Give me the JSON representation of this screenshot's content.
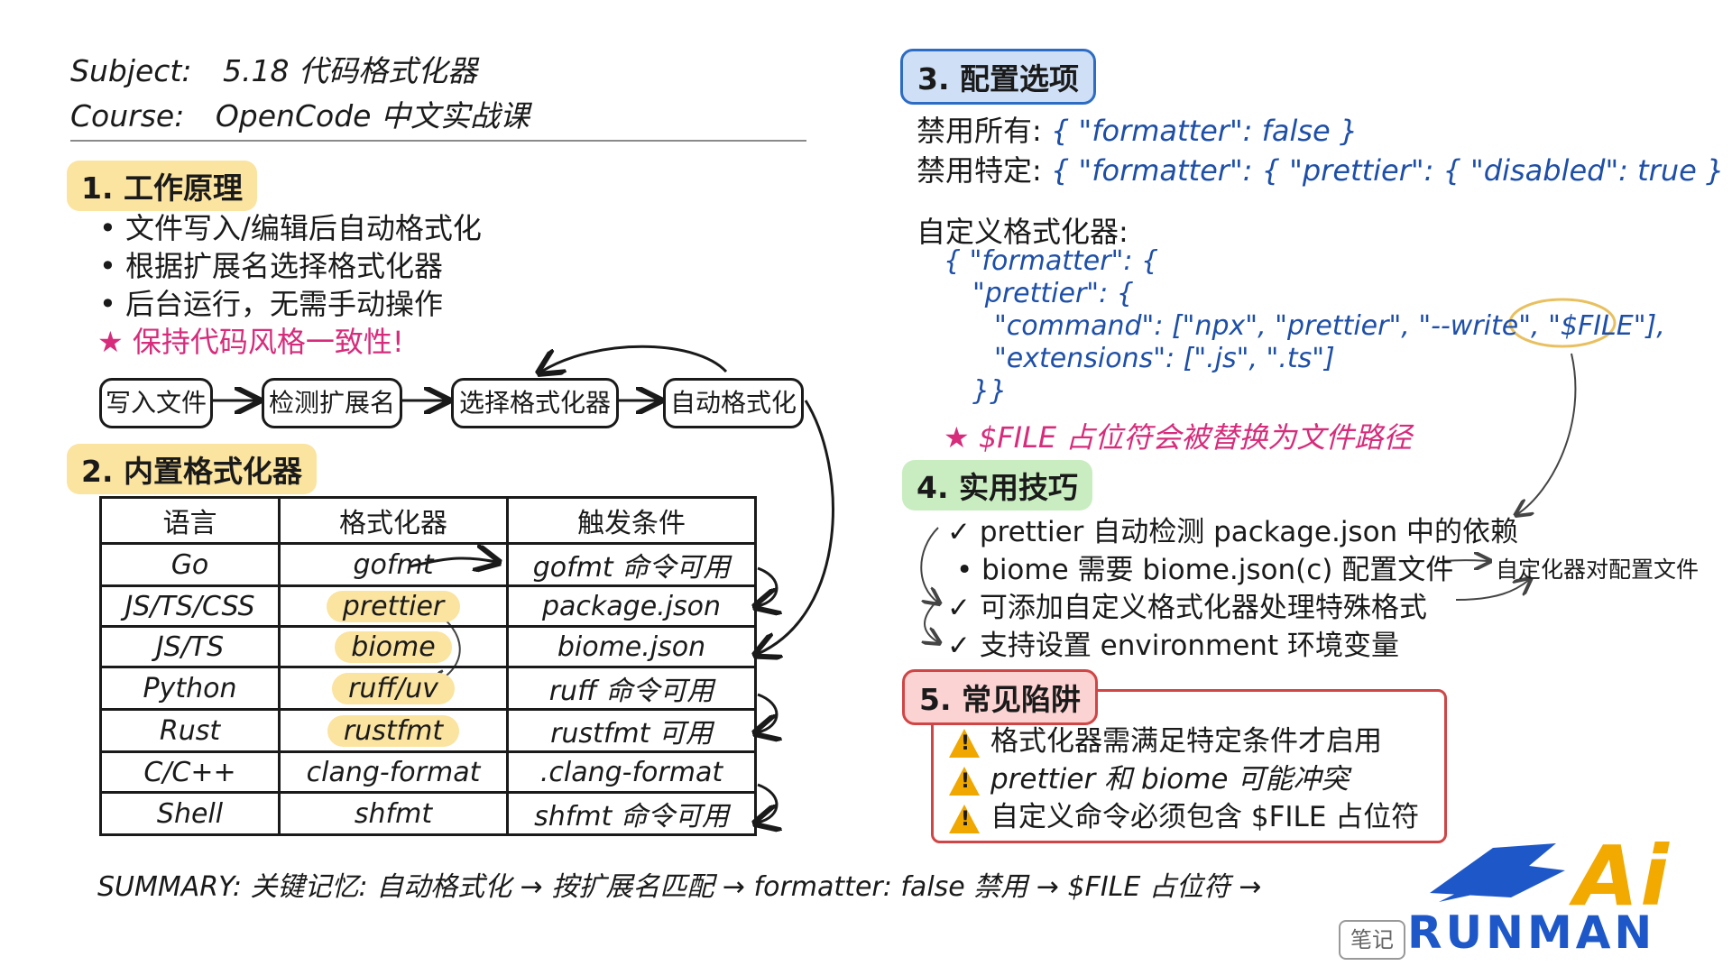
{
  "header": {
    "subject_label": "Subject:",
    "subject_value": "5.18 代码格式化器",
    "course_label": "Course:",
    "course_value": "OpenCode 中文实战课"
  },
  "section1": {
    "title": "1. 工作原理",
    "bullets": [
      "• 文件写入/编辑后自动格式化",
      "• 根据扩展名选择格式化器",
      "• 后台运行，无需手动操作"
    ],
    "highlight": "★ 保持代码风格一致性!",
    "flow": [
      "写入文件",
      "检测扩展名",
      "选择格式化器",
      "自动格式化"
    ]
  },
  "section2": {
    "title": "2. 内置格式化器",
    "headers": [
      "语言",
      "格式化器",
      "触发条件"
    ],
    "rows": [
      [
        "Go",
        "gofmt",
        "gofmt 命令可用"
      ],
      [
        "JS/TS/CSS",
        "prettier",
        "package.json"
      ],
      [
        "JS/TS",
        "biome",
        "biome.json"
      ],
      [
        "Python",
        "ruff/uv",
        "ruff 命令可用"
      ],
      [
        "Rust",
        "rustfmt",
        "rustfmt 可用"
      ],
      [
        "C/C++",
        "clang-format",
        ".clang-format"
      ],
      [
        "Shell",
        "shfmt",
        "shfmt 命令可用"
      ]
    ]
  },
  "section3": {
    "title": "3. 配置选项",
    "disable_all_label": "禁用所有:",
    "disable_all_code": "{ \"formatter\": false }",
    "disable_one_label": "禁用特定:",
    "disable_one_code": "{ \"formatter\": { \"prettier\": { \"disabled\": true } } }",
    "custom_label": "自定义格式化器:",
    "custom_code": [
      "{ \"formatter\": {",
      "\"prettier\": {",
      "\"command\": [\"npx\", \"prettier\", \"--write\", \"$FILE\"],",
      "\"extensions\": [\".js\", \".ts\"]",
      "}}"
    ],
    "note": "★ $FILE 占位符会被替换为文件路径"
  },
  "section4": {
    "title": "4. 实用技巧",
    "tips": [
      "✓ prettier 自动检测 package.json 中的依赖",
      "• biome 需要 biome.json(c) 配置文件",
      "✓ 可添加自定义格式化器处理特殊格式",
      "✓ 支持设置 environment 环境变量"
    ],
    "side_note": "自定化器对配置文件"
  },
  "section5": {
    "title": "5. 常见陷阱",
    "traps": [
      "格式化器需满足特定条件才启用",
      "prettier 和 biome 可能冲突",
      "自定义命令必须包含 $FILE 占位符"
    ]
  },
  "summary": "SUMMARY: 关键记忆: 自动格式化 → 按扩展名匹配 → formatter: false 禁用 → $FILE 占位符 →",
  "logo": {
    "ai": "Ai",
    "brand": "RUNMAN",
    "note": "笔记"
  },
  "colors": {
    "yellow_tag": "#fbe3a0",
    "blue_tag": "#cfe0f6",
    "green_tag": "#c9edc0",
    "red_tag": "#fbd3d3",
    "pink": "#d62c7b",
    "code_blue": "#1e4fa8"
  }
}
